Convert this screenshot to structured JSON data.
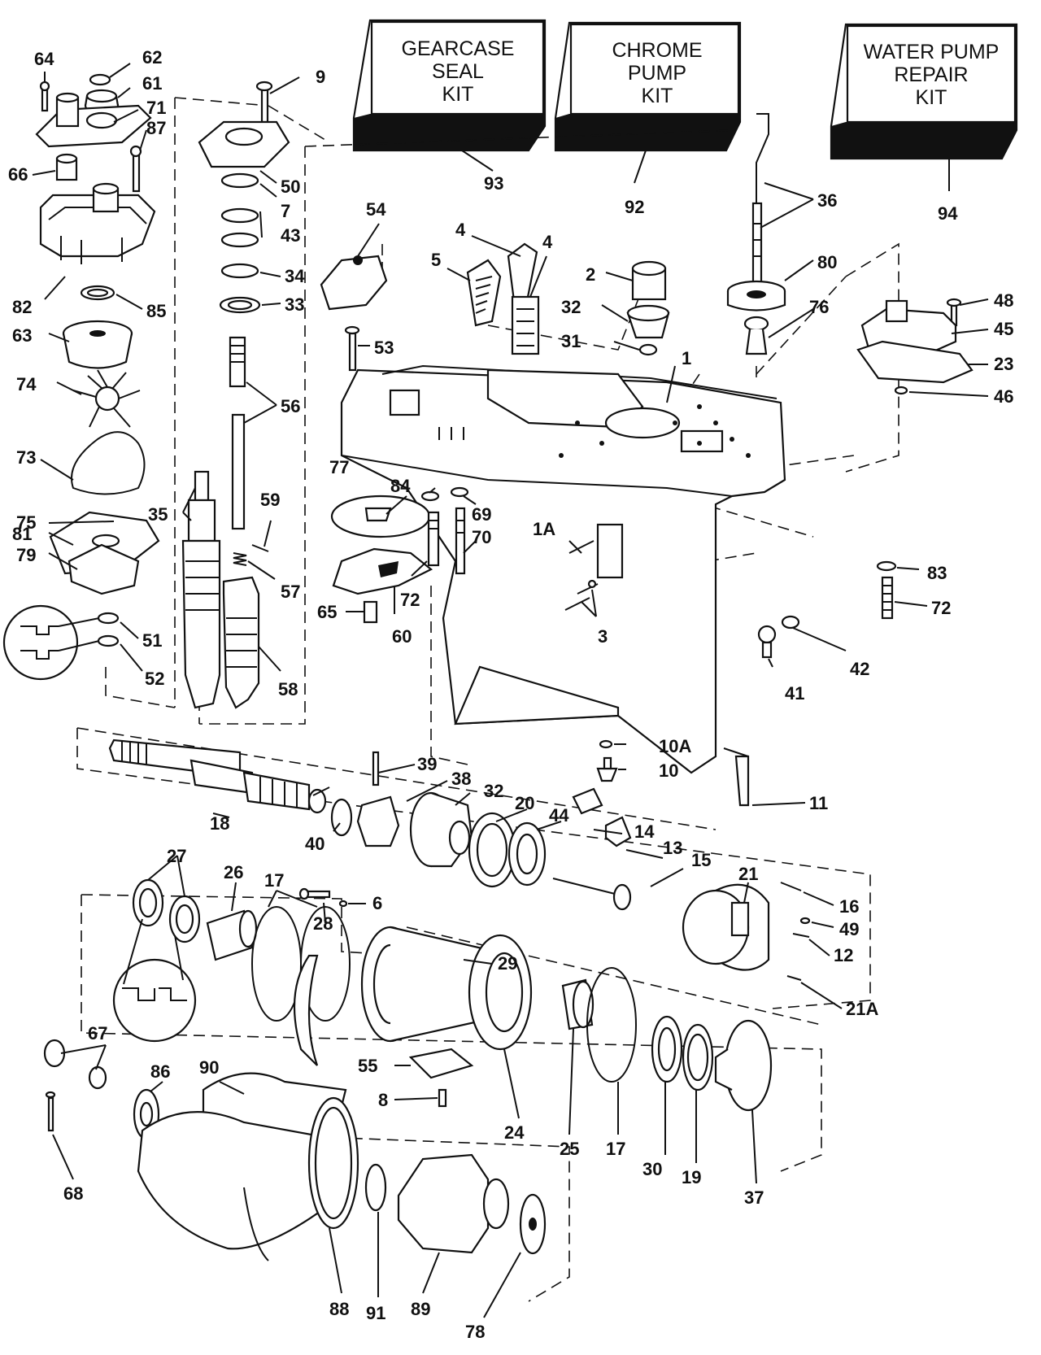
{
  "kits": [
    {
      "id": "gearcase-seal-kit",
      "lines": [
        "GEARCASE",
        "SEAL",
        "KIT"
      ],
      "number": "93"
    },
    {
      "id": "chrome-pump-kit",
      "lines": [
        "CHROME",
        "PUMP",
        "KIT"
      ],
      "number": "92"
    },
    {
      "id": "water-pump-repair-kit",
      "lines": [
        "WATER PUMP",
        "REPAIR",
        "KIT"
      ],
      "number": "94"
    }
  ],
  "part_numbers": {
    "p1": "1",
    "p1A": "1A",
    "p2": "2",
    "p3": "3",
    "p4a": "4",
    "p4b": "4",
    "p5": "5",
    "p6": "6",
    "p7": "7",
    "p8": "8",
    "p9": "9",
    "p10": "10",
    "p10A": "10A",
    "p11": "11",
    "p12": "12",
    "p13": "13",
    "p14": "14",
    "p15": "15",
    "p16": "16",
    "p17a": "17",
    "p17b": "17",
    "p18": "18",
    "p19": "19",
    "p20": "20",
    "p21": "21",
    "p21A": "21A",
    "p23": "23",
    "p24": "24",
    "p25": "25",
    "p26": "26",
    "p27": "27",
    "p28": "28",
    "p29": "29",
    "p30": "30",
    "p31": "31",
    "p32a": "32",
    "p32b": "32",
    "p33": "33",
    "p34": "34",
    "p35": "35",
    "p36": "36",
    "p37": "37",
    "p38": "38",
    "p39": "39",
    "p40": "40",
    "p41": "41",
    "p42": "42",
    "p43": "43",
    "p44": "44",
    "p45": "45",
    "p46": "46",
    "p48": "48",
    "p49": "49",
    "p50": "50",
    "p51": "51",
    "p52": "52",
    "p53": "53",
    "p54": "54",
    "p55": "55",
    "p56": "56",
    "p57": "57",
    "p58": "58",
    "p59": "59",
    "p60": "60",
    "p61": "61",
    "p62": "62",
    "p63": "63",
    "p64": "64",
    "p65": "65",
    "p66": "66",
    "p67": "67",
    "p68": "68",
    "p69": "69",
    "p70": "70",
    "p71": "71",
    "p72a": "72",
    "p72b": "72",
    "p73": "73",
    "p74": "74",
    "p75": "75",
    "p76": "76",
    "p77": "77",
    "p78": "78",
    "p79": "79",
    "p80": "80",
    "p81": "81",
    "p82": "82",
    "p83": "83",
    "p84": "84",
    "p85": "85",
    "p86": "86",
    "p87": "87",
    "p88": "88",
    "p89": "89",
    "p90": "90",
    "p91": "91"
  }
}
